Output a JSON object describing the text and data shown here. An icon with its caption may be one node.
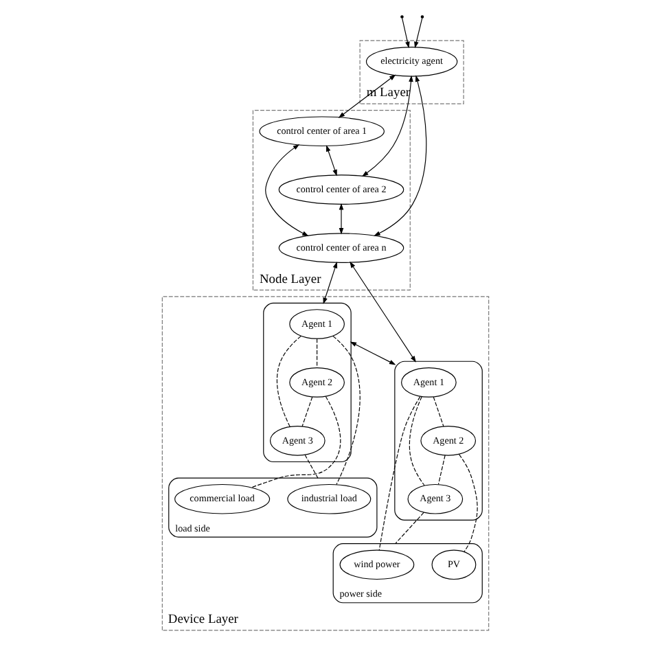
{
  "diagram": {
    "nodes": [
      {
        "text": [
          "m Layer"
        ]
      },
      {
        "text": [
          "electricity agent"
        ],
        "in": 0
      },
      {
        "text": [
          "Node Layer"
        ]
      },
      {
        "text": [
          "control center of area 1"
        ],
        "in": 2
      },
      {
        "text": [
          "control center of area 2"
        ],
        "in": 2
      },
      {
        "text": [
          "control center of area n"
        ],
        "in": 2
      },
      {
        "text": [
          "Device Layer"
        ]
      },
      {
        "text": [],
        "shape": "ellipse",
        "in": 6
      },
      {
        "text": [
          "Agent 1"
        ],
        "in": 7
      },
      {
        "text": [
          "Agent 2"
        ],
        "in": 7
      },
      {
        "text": [
          "Agent 3"
        ],
        "in": 7
      },
      {
        "text": [],
        "shape": "ellipse",
        "in": 6
      },
      {
        "text": [
          "Agent 1"
        ],
        "in": 11
      },
      {
        "text": [
          "Agent 2"
        ],
        "in": 11
      },
      {
        "text": [
          "Agent 3"
        ],
        "in": 11
      },
      {
        "text": [
          "load side"
        ],
        "in": 6
      },
      {
        "text": [
          "industrial load"
        ],
        "in": 15
      },
      {
        "text": [
          "commercial load"
        ],
        "in": 15
      },
      {
        "text": [
          "power side"
        ],
        "in": 6
      },
      {
        "text": [
          "wind power"
        ],
        "in": 18
      },
      {
        "text": [
          "PV"
        ],
        "in": 18
      }
    ],
    "edges": [
      {
        "from": null,
        "to": 1,
        "arrow": "to"
      },
      {
        "from": null,
        "to": 1,
        "arrow": "to"
      },
      {
        "from": 1,
        "to": 3,
        "arrow": "both"
      },
      {
        "from": 1,
        "to": 5,
        "arrow": "both"
      },
      {
        "from": 1,
        "to": 4,
        "arrow": "both"
      },
      {
        "from": 3,
        "to": 4,
        "arrow": "both"
      },
      {
        "from": 3,
        "to": 5,
        "arrow": "both"
      },
      {
        "from": 4,
        "to": 5,
        "arrow": "both"
      },
      {
        "from": 5,
        "to": 7,
        "arrow": "both"
      },
      {
        "from": 5,
        "to": 11,
        "arrow": "both"
      },
      {
        "from": 7,
        "to": 11,
        "arrow": "both"
      },
      {
        "from": 8,
        "to": 9,
        "arrow": "none",
        "style": "dashed"
      },
      {
        "from": 8,
        "to": 10,
        "arrow": "none",
        "style": "dashed"
      },
      {
        "from": 9,
        "to": 10,
        "arrow": "none",
        "style": "dashed"
      },
      {
        "from": 12,
        "to": 13,
        "arrow": "none",
        "style": "dashed"
      },
      {
        "from": 12,
        "to": 14,
        "arrow": "none",
        "style": "dashed"
      },
      {
        "from": 13,
        "to": 14,
        "arrow": "none",
        "style": "dashed"
      },
      {
        "from": 8,
        "to": 16,
        "arrow": "none",
        "style": "dashed"
      },
      {
        "from": 10,
        "to": 15,
        "arrow": "none",
        "style": "dashed"
      },
      {
        "from": 9,
        "to": 17,
        "arrow": "none",
        "style": "dashed"
      },
      {
        "from": 12,
        "to": 19,
        "arrow": "none",
        "style": "dashed"
      },
      {
        "from": 14,
        "to": 18,
        "arrow": "none",
        "style": "dashed"
      },
      {
        "from": 13,
        "to": 20,
        "arrow": "none",
        "style": "dashed"
      }
    ]
  }
}
